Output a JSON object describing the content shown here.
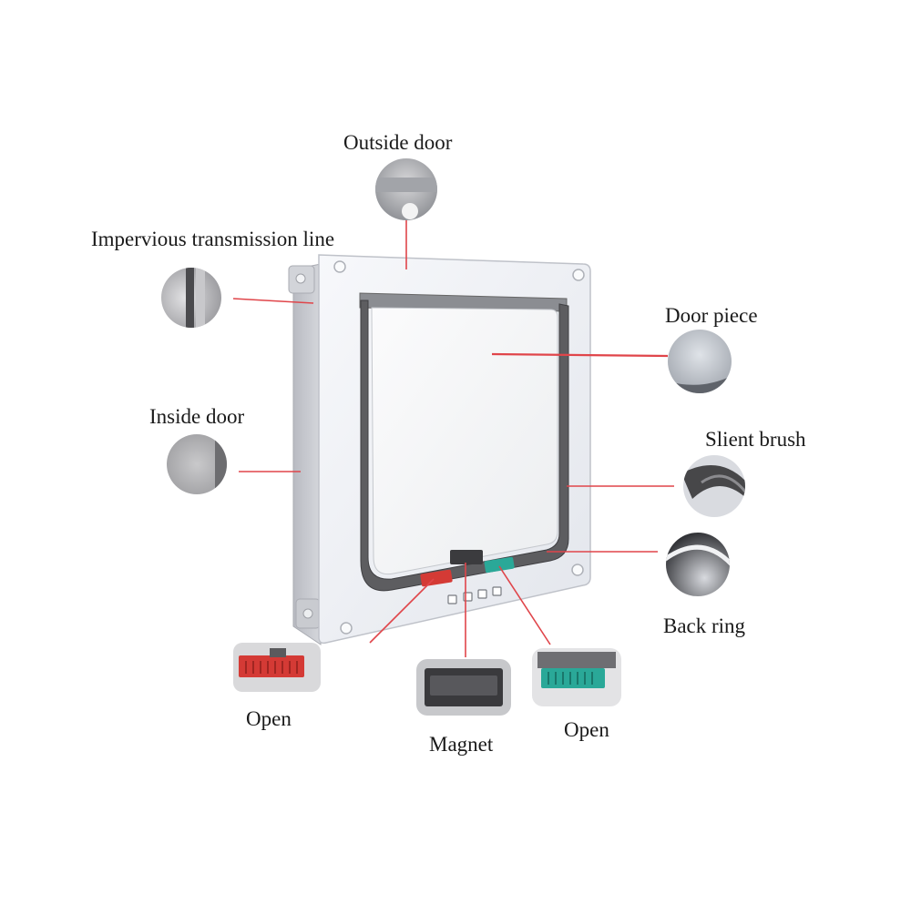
{
  "labels": {
    "outside_door": "Outside door",
    "impervious_line": "Impervious transmission line",
    "door_piece": "Door piece",
    "inside_door": "Inside door",
    "silent_brush": "Slient brush",
    "back_ring": "Back ring",
    "open_left": "Open",
    "magnet": "Magnet",
    "open_right": "Open"
  },
  "colors": {
    "leader_line": "#e0454a",
    "frame": "#f1f3f7",
    "frame_shadow": "#c4c6cc",
    "brush": "#6a6a6a",
    "flap": "#f6f6f7",
    "red_latch": "#d43a35",
    "teal_latch": "#2aa898",
    "text": "#1a1a1a"
  }
}
